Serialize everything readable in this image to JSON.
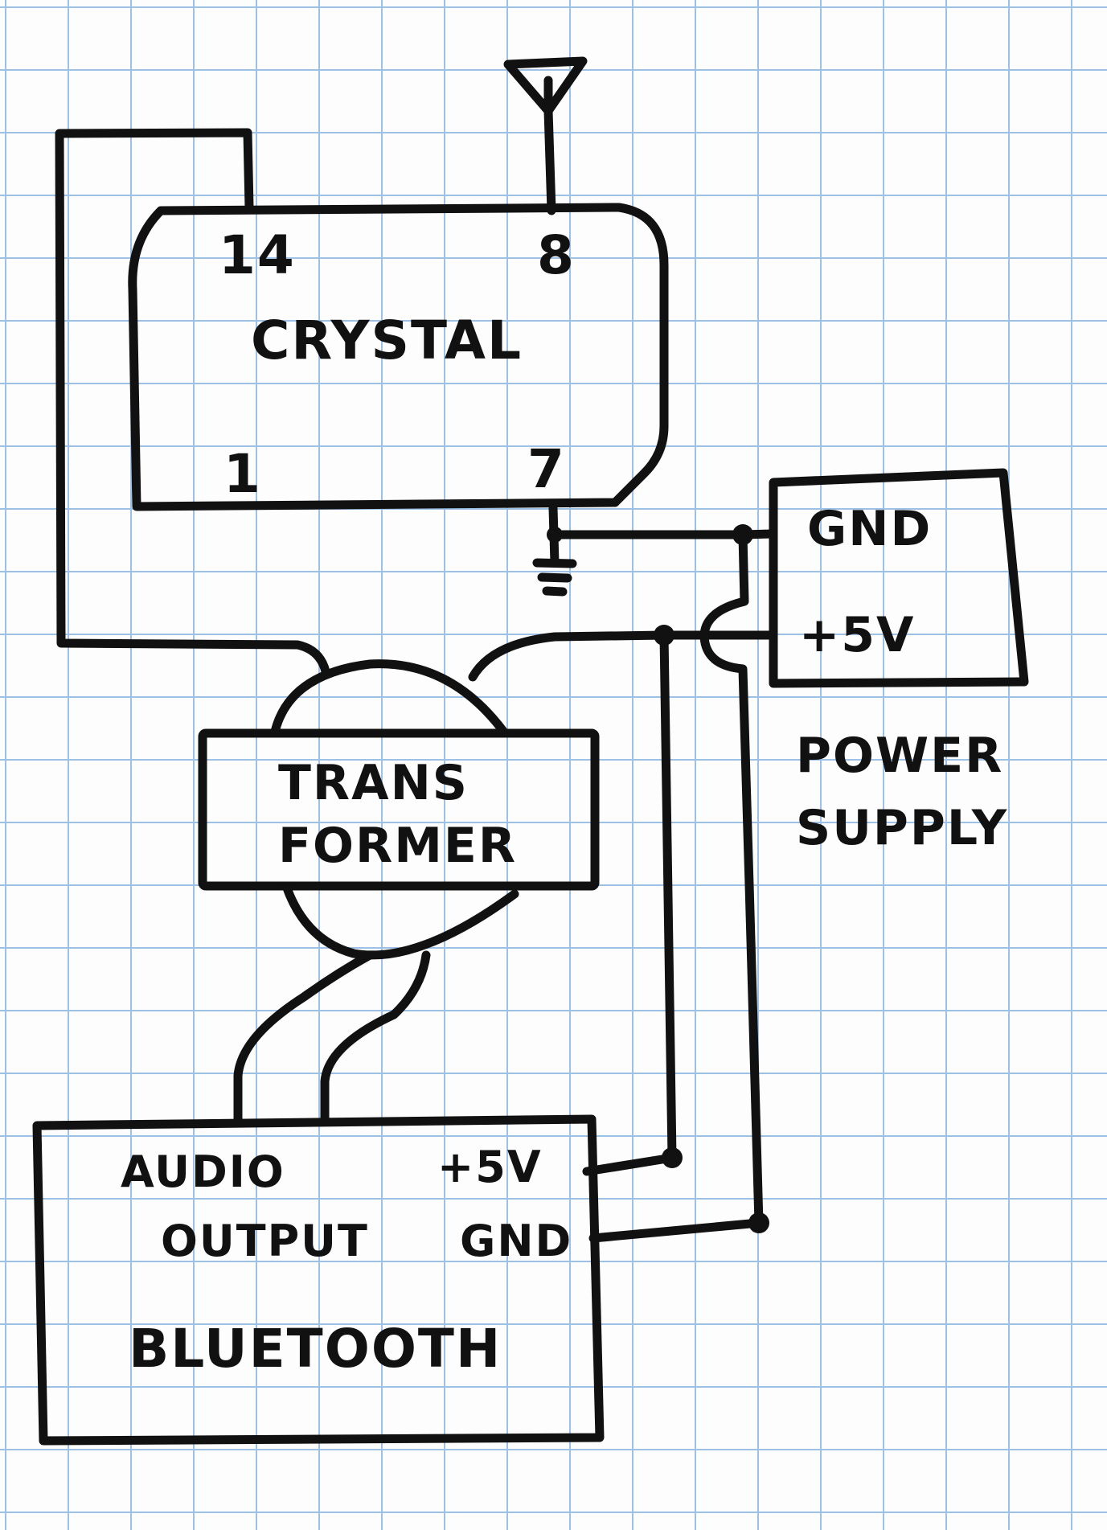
{
  "crystal": {
    "label": "CRYSTAL",
    "pin_14": "14",
    "pin_8": "8",
    "pin_1": "1",
    "pin_7": "7"
  },
  "transformer": {
    "line1": "TRANS",
    "line2": "FORMER"
  },
  "power_supply": {
    "gnd": "GND",
    "plus5v": "+5V",
    "title_line1": "POWER",
    "title_line2": "SUPPLY"
  },
  "bluetooth": {
    "audio_line1": "AUDIO",
    "audio_line2": "OUTPUT",
    "plus5v": "+5V",
    "gnd": "GND",
    "title": "BLUETOOTH"
  },
  "colors": {
    "ink": "#111111",
    "grid": "#9cc0e6",
    "paper": "#fdfdfd"
  }
}
